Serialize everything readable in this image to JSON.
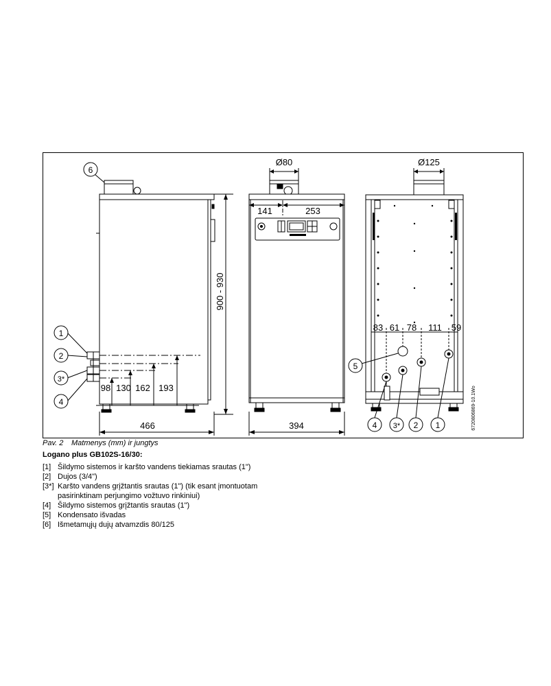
{
  "figure": {
    "callouts": [
      "1",
      "2",
      "3*",
      "4",
      "5",
      "6"
    ],
    "dim_flue_front": "Ø80",
    "dim_flue_back": "Ø125",
    "dim_front_left": "141",
    "dim_front_right": "253",
    "dim_height": "900 - 930",
    "dim_side_width": "466",
    "dim_front_width": "394",
    "side_heights": [
      "98",
      "130",
      "162",
      "193"
    ],
    "back_spacings": [
      "83",
      "61",
      "78",
      "111",
      "59"
    ],
    "doc_code": "6720806869-10.1Wo"
  },
  "caption": {
    "label": "Pav. 2",
    "text": "Matmenys (mm) ir jungtys"
  },
  "heading": "Logano plus GB102S-16/30:",
  "legend": [
    {
      "num": "[1]",
      "text": "Šildymo sistemos ir karšto vandens tiekiamas srautas (1\")"
    },
    {
      "num": "[2]",
      "text": "Dujos (3/4\")"
    },
    {
      "num": "[3*]",
      "text": "Karšto vandens grįžtantis srautas (1\") (tik esant įmontuotam pasirinktinam perjungimo vožtuvo rinkiniui)"
    },
    {
      "num": "[4]",
      "text": "Šildymo sistemos grįžtantis srautas (1\")"
    },
    {
      "num": "[5]",
      "text": "Kondensato išvadas"
    },
    {
      "num": "[6]",
      "text": "Išmetamųjų dujų atvamzdis 80/125"
    }
  ]
}
